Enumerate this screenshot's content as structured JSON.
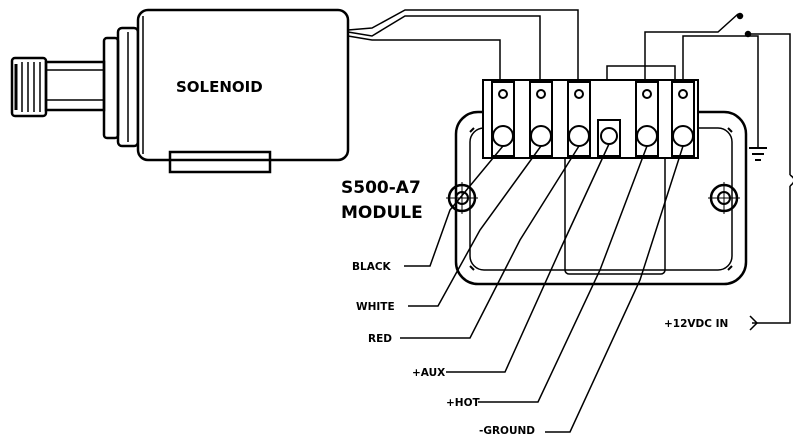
{
  "diagram": {
    "solenoid_label": "SOLENOID",
    "module_label_line1": "S500-A7",
    "module_label_line2": "MODULE",
    "wire_labels": {
      "black": "BLACK",
      "white": "WHITE",
      "red": "RED",
      "aux": "+AUX",
      "hot": "+HOT",
      "ground": "-GROUND"
    },
    "power_label": "+12VDC IN"
  },
  "colors": {
    "ink": "#000000",
    "background": "#ffffff"
  }
}
